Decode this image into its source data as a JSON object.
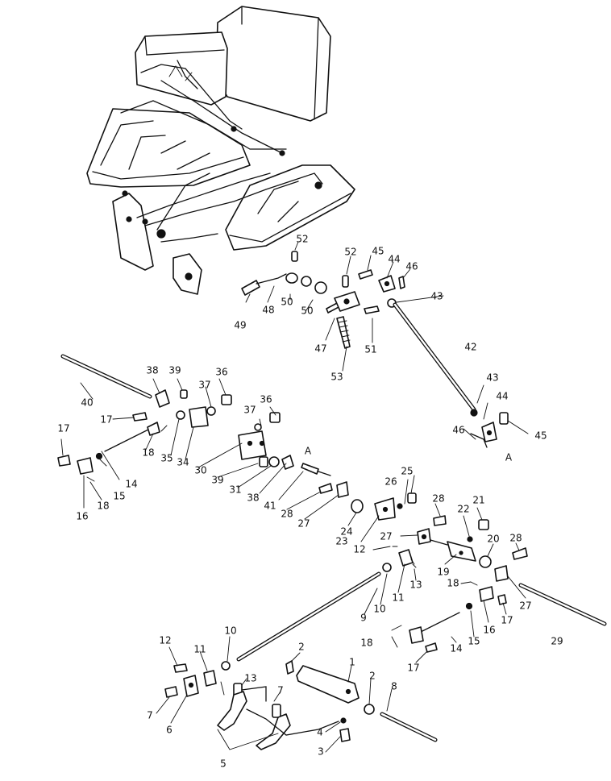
{
  "callouts": {
    "c1": "1",
    "c2a": "2",
    "c2b": "2",
    "c3": "3",
    "c4": "4",
    "c5": "5",
    "c6": "6",
    "c7a": "7",
    "c7b": "7",
    "c8": "8",
    "c9": "9",
    "c10a": "10",
    "c10b": "10",
    "c11a": "11",
    "c11b": "11",
    "c12a": "12",
    "c12b": "12",
    "c13a": "13",
    "c13b": "13",
    "c14a": "14",
    "c14b": "14",
    "c15a": "15",
    "c15b": "15",
    "c16a": "16",
    "c16b": "16",
    "c17a": "17",
    "c17b": "17",
    "c17c": "17",
    "c17d": "17",
    "c18a": "18",
    "c18b": "18",
    "c18c": "18",
    "c18d": "18",
    "c19": "19",
    "c20": "20",
    "c21": "21",
    "c22": "22",
    "c23": "23",
    "c24": "24",
    "c25": "25",
    "c26": "26",
    "c27a": "27",
    "c27b": "27",
    "c27c": "27",
    "c28a": "28",
    "c28b": "28",
    "c28c": "28",
    "c29": "29",
    "c30": "30",
    "c31": "31",
    "c34": "34",
    "c35": "35",
    "c36a": "36",
    "c36b": "36",
    "c37a": "37",
    "c37b": "37",
    "c38a": "38",
    "c38b": "38",
    "c39a": "39",
    "c39b": "39",
    "c40": "40",
    "c41": "41",
    "c42": "42",
    "c43a": "43",
    "c43b": "43",
    "c44a": "44",
    "c44b": "44",
    "c45a": "45",
    "c45b": "45",
    "c46a": "46",
    "c46b": "46",
    "c47": "47",
    "c48": "48",
    "c49": "49",
    "c50a": "50",
    "c50b": "50",
    "c51": "51",
    "c52a": "52",
    "c52b": "52",
    "c53": "53",
    "refA1": "A",
    "refA2": "A"
  }
}
